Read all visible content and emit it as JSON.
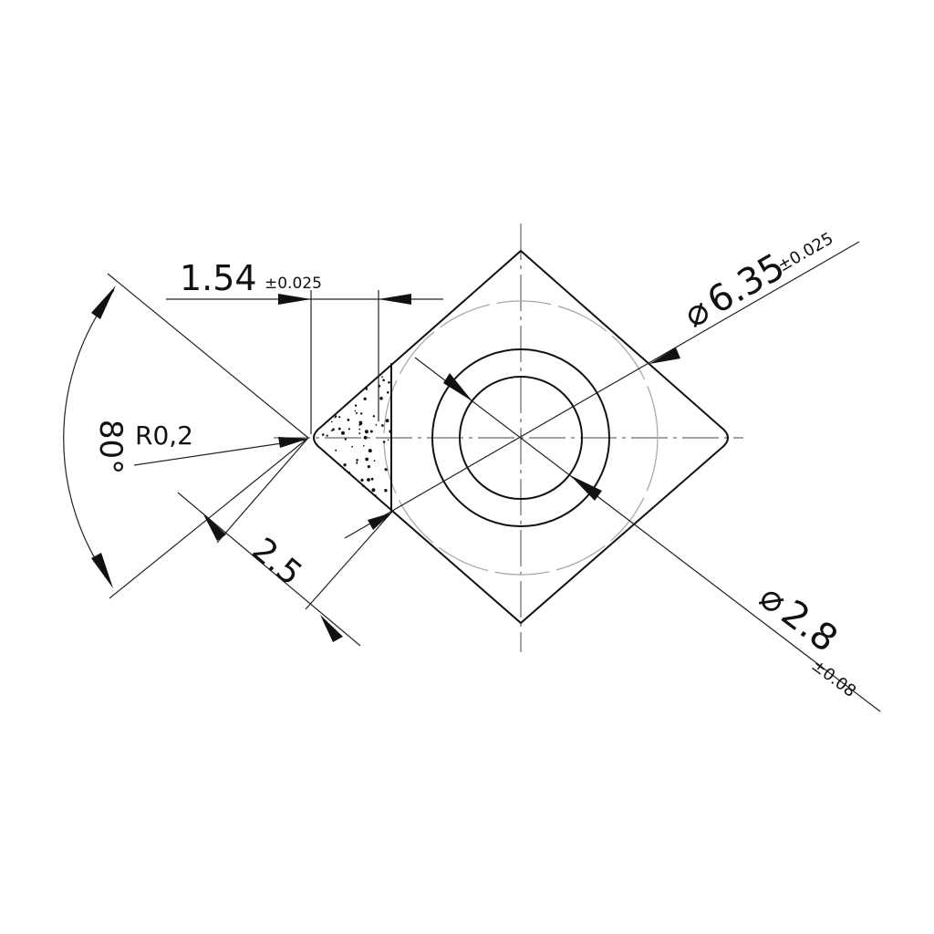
{
  "drawing": {
    "dim_width": {
      "value": "1.54",
      "tolerance": "±0.025"
    },
    "dim_angle": {
      "value": "80°"
    },
    "dim_radius": {
      "value": "R0,2"
    },
    "dim_length": {
      "value": "2.5"
    },
    "dim_ic": {
      "symbol": "⌀",
      "value": "6.35",
      "tolerance": "±0.025"
    },
    "dim_hole": {
      "symbol": "⌀",
      "value": "2.8",
      "tolerance": "±0.08"
    }
  }
}
